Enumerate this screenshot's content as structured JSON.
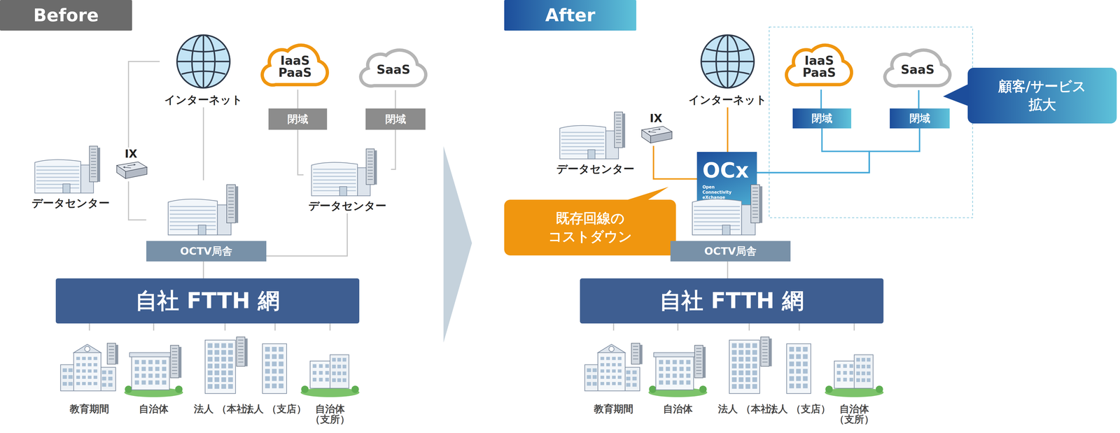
{
  "diagram": {
    "nodes": [
      {
        "text": [
          "Before"
        ]
      },
      {
        "text": [
          "インターネット"
        ]
      },
      {
        "text": [
          "IaaS PaaS"
        ]
      },
      {
        "text": [
          "SaaS"
        ]
      },
      {
        "text": [
          "閉域"
        ]
      },
      {
        "text": [
          "閉域"
        ]
      },
      {
        "text": [
          "データセンター"
        ]
      },
      {
        "text": [
          "IX"
        ]
      },
      {
        "text": [
          "データセンター"
        ]
      },
      {
        "text": [
          "OCTV局舎"
        ]
      },
      {
        "text": [
          "自社 FTTH 網"
        ]
      },
      {
        "text": [
          "教育期間"
        ]
      },
      {
        "text": [
          "自治体"
        ]
      },
      {
        "text": [
          "法人 （本社）"
        ]
      },
      {
        "text": [
          "法人 （支店）"
        ]
      },
      {
        "text": [
          "自治体 （支所）"
        ]
      },
      {
        "text": [
          "After"
        ]
      },
      {
        "text": [
          "インターネット"
        ]
      },
      {
        "text": [
          "データセンター"
        ]
      },
      {
        "text": [
          "IX"
        ]
      },
      {
        "text": [
          "IaaS PaaS"
        ]
      },
      {
        "text": [
          "SaaS"
        ]
      },
      {
        "text": [
          "閉域"
        ]
      },
      {
        "text": [
          "閉域"
        ]
      },
      {
        "text": [
          "顧客/サービス 拡大"
        ]
      },
      {
        "text": [
          "OCx",
          "Open Connectivity eXchange"
        ]
      },
      {
        "text": [
          "既存回線の コストダウン"
        ]
      },
      {
        "text": [
          "OCTV局舎"
        ]
      },
      {
        "text": [
          "自社 FTTH 網"
        ]
      },
      {
        "text": [
          "教育期間"
        ]
      },
      {
        "text": [
          "自治体"
        ]
      },
      {
        "text": [
          "法人 （本社）"
        ]
      },
      {
        "text": [
          "法人 （支店）"
        ]
      },
      {
        "text": [
          "自治体 （支所）"
        ]
      }
    ],
    "edges": [
      {
        "from": 1,
        "to": 7,
        "arrow": "none"
      },
      {
        "from": 7,
        "to": 9,
        "arrow": "none"
      },
      {
        "from": 1,
        "to": 9,
        "arrow": "none"
      },
      {
        "from": 2,
        "to": 4,
        "arrow": "none"
      },
      {
        "from": 4,
        "to": 8,
        "arrow": "none"
      },
      {
        "from": 3,
        "to": 5,
        "arrow": "none"
      },
      {
        "from": 5,
        "to": 8,
        "arrow": "none"
      },
      {
        "from": 8,
        "to": 9,
        "arrow": "none"
      },
      {
        "from": 9,
        "to": 10,
        "arrow": "none"
      },
      {
        "from": 10,
        "to": 11,
        "arrow": "none"
      },
      {
        "from": 10,
        "to": 12,
        "arrow": "none"
      },
      {
        "from": 10,
        "to": 13,
        "arrow": "none"
      },
      {
        "from": 10,
        "to": 14,
        "arrow": "none"
      },
      {
        "from": 10,
        "to": 15,
        "arrow": "none"
      },
      {
        "from": 17,
        "to": 25,
        "arrow": "none"
      },
      {
        "from": 19,
        "to": 25,
        "arrow": "none"
      },
      {
        "from": 20,
        "to": 22,
        "arrow": "none"
      },
      {
        "from": 21,
        "to": 23,
        "arrow": "none"
      },
      {
        "from": 22,
        "to": 25,
        "arrow": "none"
      },
      {
        "from": 23,
        "to": 25,
        "arrow": "none"
      },
      {
        "from": 27,
        "to": 28,
        "arrow": "none"
      },
      {
        "from": 28,
        "to": 29,
        "arrow": "none"
      },
      {
        "from": 28,
        "to": 30,
        "arrow": "none"
      },
      {
        "from": 28,
        "to": 31,
        "arrow": "none"
      },
      {
        "from": 28,
        "to": 32,
        "arrow": "none"
      },
      {
        "from": 28,
        "to": 33,
        "arrow": "none"
      }
    ]
  }
}
